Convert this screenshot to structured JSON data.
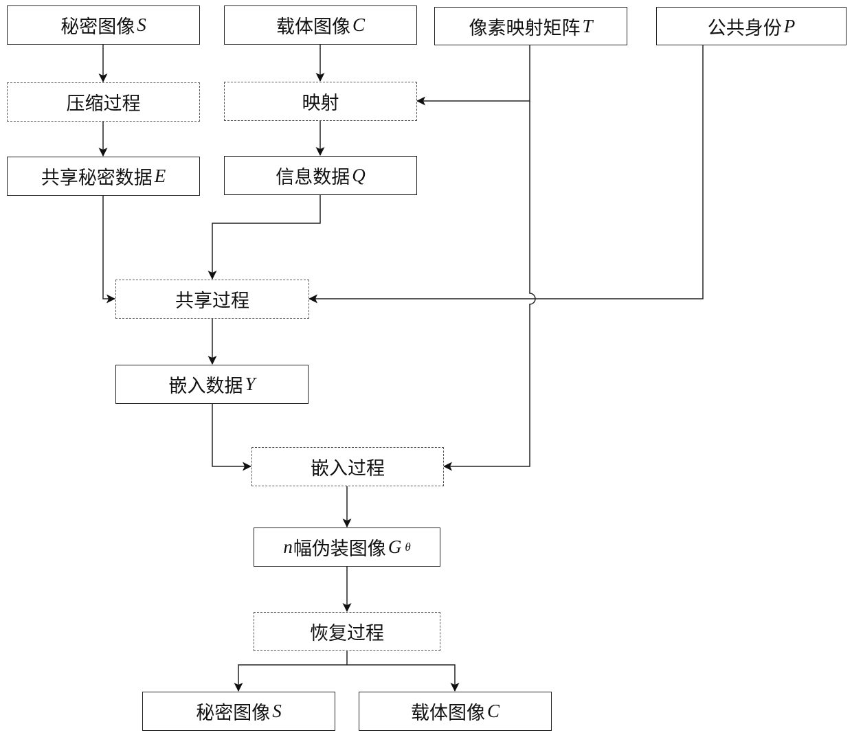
{
  "nodes": {
    "secret_image": {
      "label": "秘密图像",
      "var": "S"
    },
    "cover_image": {
      "label": "载体图像",
      "var": "C"
    },
    "pixel_map_matrix": {
      "label": "像素映射矩阵",
      "var": "T"
    },
    "public_identity": {
      "label": "公共身份",
      "var": "P"
    },
    "compress_process": {
      "label": "压缩过程"
    },
    "mapping": {
      "label": "映射"
    },
    "shared_secret_data": {
      "label": "共享秘密数据",
      "var": "E"
    },
    "info_data": {
      "label": "信息数据",
      "var": "Q"
    },
    "share_process": {
      "label": "共享过程"
    },
    "embed_data": {
      "label": "嵌入数据",
      "var": "Y"
    },
    "embed_process": {
      "label": "嵌入过程"
    },
    "camouflage_images": {
      "prefix": "n",
      "label": "幅伪装图像",
      "var": "G",
      "sup": "θ"
    },
    "recover_process": {
      "label": "恢复过程"
    },
    "recovered_secret": {
      "label": "秘密图像",
      "var": "S"
    },
    "recovered_cover": {
      "label": "载体图像",
      "var": "C"
    }
  },
  "style": {
    "line_color": "#222222",
    "box_border": "#222222",
    "dashed_border": "#555555",
    "text_color": "#111111"
  }
}
